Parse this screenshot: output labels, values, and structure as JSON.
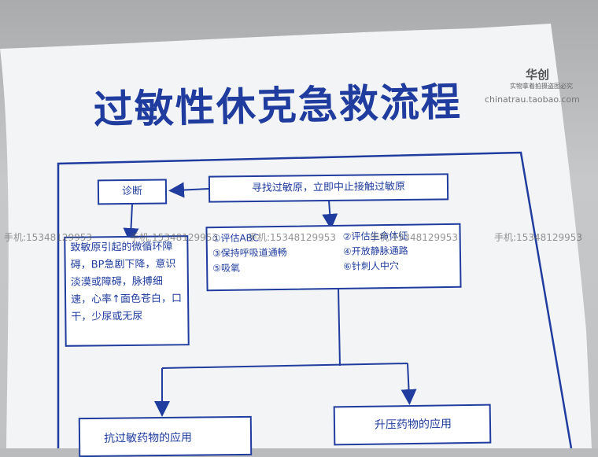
{
  "poster": {
    "title": "过敏性休克急救流程",
    "brand": "华创",
    "brand_subtitle": "实物拿着拍摄盗图必究",
    "website": "chinatrau.taobao.com",
    "watermark": "手机:15348129953"
  },
  "flowchart": {
    "diagnosis": "诊断",
    "find_allergen": "寻找过敏原，立即中止接触过敏原",
    "symptoms": "致敏原引起的微循环障碍，BP急剧下降，意识淡漠或障碍，脉搏细速，心率↑面色苍白，口干，少尿或无尿",
    "steps_left": [
      "①评估ABC",
      "③保持呼吸道通畅",
      "⑤吸氧"
    ],
    "steps_right": [
      "②评估生命体征",
      "④开放静脉通路",
      "⑥针刺人中穴"
    ],
    "antiallergy": "抗过敏药物的应用",
    "vasopressor": "升压药物的应用"
  }
}
